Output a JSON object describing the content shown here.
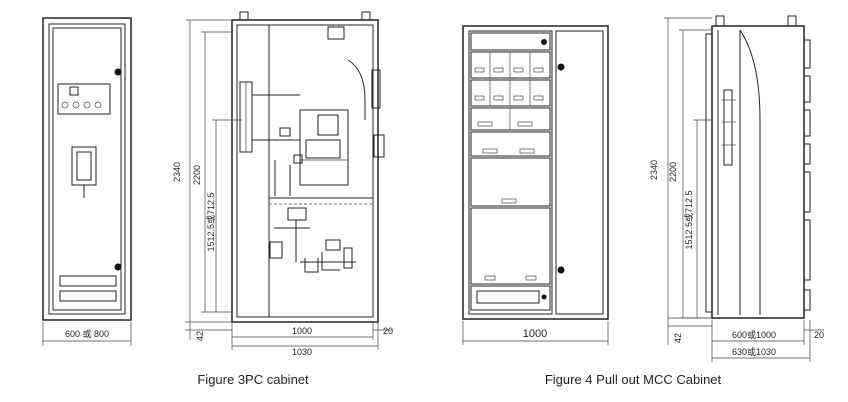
{
  "figure3": {
    "caption": "Figure 3PC cabinet",
    "front_width": "600 或 800",
    "height_total": "2340",
    "height_inner": "2200",
    "height_mid": "1512.5或712.5",
    "base": "42",
    "depth_inner": "1000",
    "depth_outer": "1030",
    "offset": "20"
  },
  "figure4": {
    "caption": "Figure 4 Pull out MCC Cabinet",
    "front_width": "1000",
    "height_total": "2340",
    "height_inner": "2200",
    "height_mid": "1512.5或712.5",
    "base": "42",
    "depth_inner": "600或1000",
    "depth_outer": "630或1030",
    "offset": "20"
  }
}
